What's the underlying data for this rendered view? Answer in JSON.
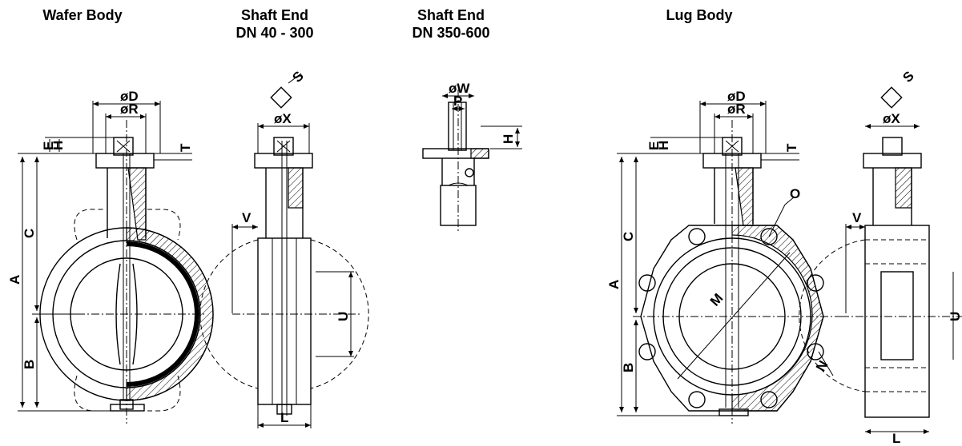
{
  "headings": {
    "wafer": {
      "line1": "Wafer Body",
      "line2": ""
    },
    "shaft_small": {
      "line1": "Shaft End",
      "line2": "DN 40 - 300"
    },
    "shaft_large": {
      "line1": "Shaft End",
      "line2": "DN 350-600"
    },
    "lug": {
      "line1": "Lug Body",
      "line2": ""
    }
  },
  "dims": {
    "A": "A",
    "B": "B",
    "C": "C",
    "D": "øD",
    "R": "øR",
    "E": "E",
    "H": "H",
    "T": "T",
    "S": "S",
    "X": "øX",
    "V": "V",
    "U": "U",
    "L": "L",
    "W": "øW",
    "P": "P",
    "O": "O",
    "M": "M",
    "N": "N"
  }
}
